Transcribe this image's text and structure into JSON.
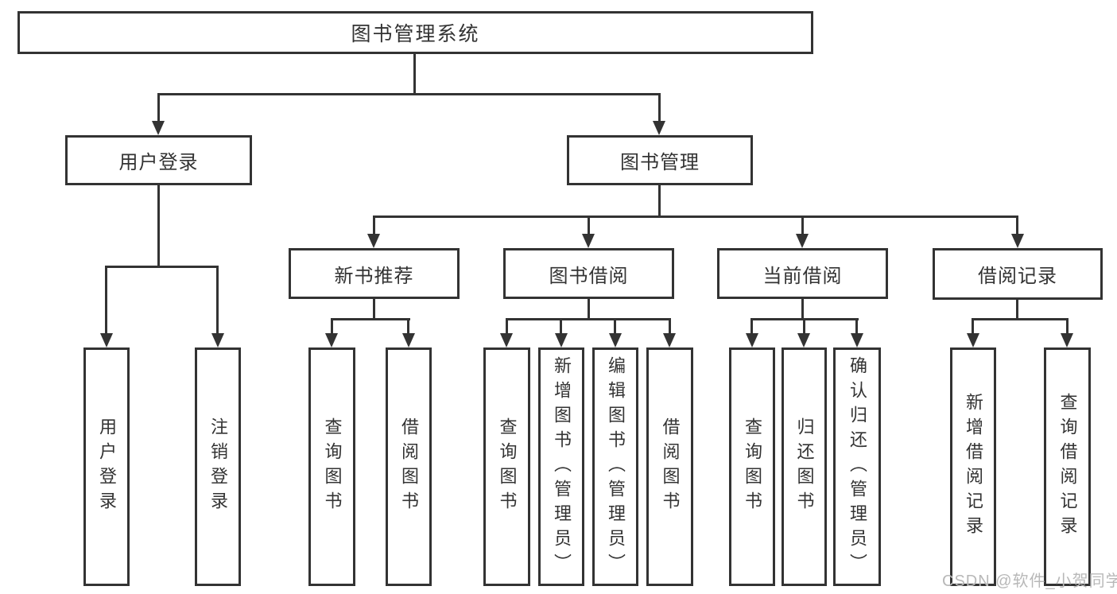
{
  "diagram": {
    "title": "图书管理系统",
    "level2": [
      {
        "label": "用户登录"
      },
      {
        "label": "图书管理"
      }
    ],
    "level3": [
      {
        "label": "新书推荐"
      },
      {
        "label": "图书借阅"
      },
      {
        "label": "当前借阅"
      },
      {
        "label": "借阅记录"
      }
    ],
    "leaves": [
      {
        "label": "用户登录"
      },
      {
        "label": "注销登录"
      },
      {
        "label": "查询图书"
      },
      {
        "label": "借阅图书"
      },
      {
        "label": "查询图书"
      },
      {
        "label": "新增图书（管理员）"
      },
      {
        "label": "编辑图书（管理员）"
      },
      {
        "label": "借阅图书"
      },
      {
        "label": "查询图书"
      },
      {
        "label": "归还图书"
      },
      {
        "label": "确认归还（管理员）"
      },
      {
        "label": "新增借阅记录"
      },
      {
        "label": "查询借阅记录"
      }
    ],
    "watermark": "CSDN @软件_小贺同学"
  },
  "colors": {
    "line": "#333333",
    "text": "#333333",
    "background": "#ffffff",
    "watermark": "#b8b8b8"
  }
}
